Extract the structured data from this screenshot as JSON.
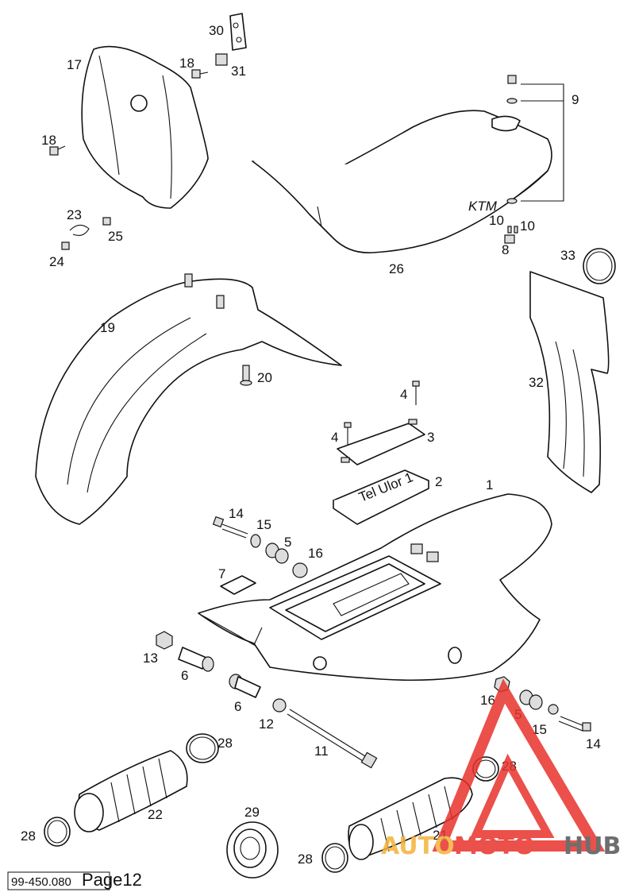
{
  "diagram": {
    "callouts": {
      "p1": "1",
      "p2": "2",
      "p3": "3",
      "p4a": "4",
      "p4b": "4",
      "p5a": "5",
      "p5b": "5",
      "p6a": "6",
      "p6b": "6",
      "p7": "7",
      "p8": "8",
      "p9": "9",
      "p10a": "10",
      "p10b": "10",
      "p11": "11",
      "p12": "12",
      "p13": "13",
      "p14a": "14",
      "p14b": "14",
      "p15a": "15",
      "p15b": "15",
      "p16a": "16",
      "p16b": "16",
      "p17": "17",
      "p18a": "18",
      "p18b": "18",
      "p19": "19",
      "p20": "20",
      "p21": "21",
      "p22": "22",
      "p23": "23",
      "p24": "24",
      "p25": "25",
      "p26": "26",
      "p28a": "28",
      "p28b": "28",
      "p28c": "28",
      "p28d": "28",
      "p29": "29",
      "p30": "30",
      "p31": "31",
      "p32": "32",
      "p33": "33"
    },
    "sticker_text": "Tel Ulor 1",
    "seat_logo": "KTM"
  },
  "footer": {
    "code": "99-450.080",
    "page": "Page12"
  },
  "watermark": {
    "text_part1": "AUTO",
    "text_part2": "MOTO",
    "text_part3": "HUB",
    "color_primary": "#e8322c",
    "color_secondary": "#f4b23a",
    "color_dark": "#555555"
  }
}
